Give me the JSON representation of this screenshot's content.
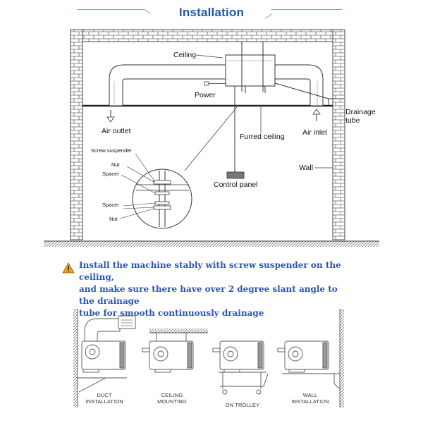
{
  "title": "Installation",
  "diagram": {
    "labels": {
      "ceiling": "Ceiling",
      "power": "Power",
      "drainage_tube": [
        "Drainage",
        "tube"
      ],
      "air_outlet": "Air outlet",
      "furred_ceiling": "Furred ceiling",
      "air_inlet": "Air inlet",
      "wall": "Wall",
      "control_panel": "Control panel"
    },
    "detail_labels": {
      "screw_suspender": "Screw suspender",
      "nut_top": "Nut",
      "spacer_top": "Spacer",
      "spacer_bottom": "Spacer",
      "nut_bottom": "Nut"
    }
  },
  "note": {
    "icon": "warning-icon",
    "lines": [
      "Install the machine stably with screw suspender on the ceiling,",
      "and make sure there have over 2 degree slant angle to the drainage",
      "tube for smooth continuously drainage"
    ]
  },
  "installation_types": [
    {
      "line1": "DUCT",
      "line2": "INSTALLATION"
    },
    {
      "line1": "CEILING",
      "line2": "MOUNTING"
    },
    {
      "line1": "ON TROLLEY",
      "line2": ""
    },
    {
      "line1": "WALL",
      "line2": "INSTALLATION"
    }
  ],
  "colors": {
    "title": "#1a5aa6",
    "note_text": "#2f55b8",
    "warning_fill": "#f2a21a",
    "line": "#333333"
  }
}
